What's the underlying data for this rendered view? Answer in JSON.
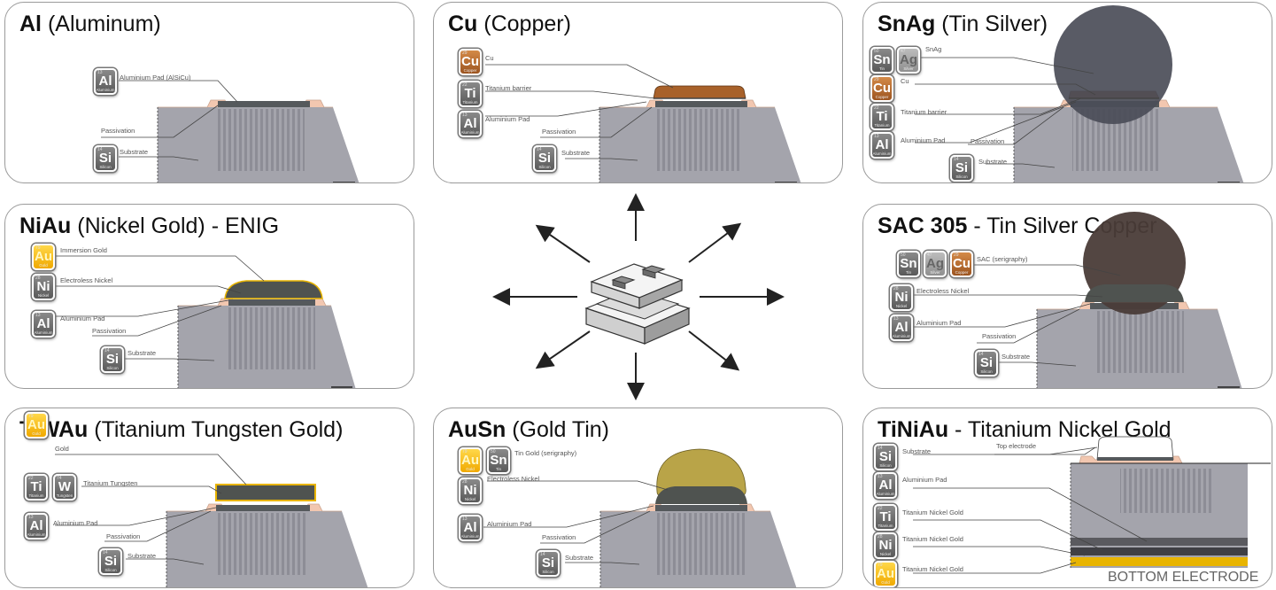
{
  "panels": [
    {
      "title_bold": "Al",
      "title_rest": " (Aluminum)",
      "tiles": [
        {
          "sym": "Al",
          "num": "13",
          "name": "Aluminium",
          "color": "gray"
        },
        {
          "sym": "Si",
          "num": "14",
          "name": "Silicon",
          "color": "gray"
        }
      ],
      "labels": [
        "Aluminium Pad (AlSiCu)",
        "Passivation",
        "Substrate"
      ]
    },
    {
      "title_bold": "Cu",
      "title_rest": " (Copper)",
      "tiles": [
        {
          "sym": "Cu",
          "num": "29",
          "name": "Copper",
          "color": "cu"
        },
        {
          "sym": "Ti",
          "num": "22",
          "name": "Titanium",
          "color": "gray"
        },
        {
          "sym": "Al",
          "num": "13",
          "name": "Aluminium",
          "color": "gray"
        },
        {
          "sym": "Si",
          "num": "14",
          "name": "Silicon",
          "color": "gray"
        }
      ],
      "labels": [
        "Cu",
        "Titanium barrier",
        "Aluminium Pad",
        "Passivation",
        "Substrate"
      ]
    },
    {
      "title_bold": "SnAg",
      "title_rest": " (Tin Silver)",
      "tiles": [
        {
          "sym": "Sn",
          "num": "50",
          "name": "Tin",
          "color": "gray"
        },
        {
          "sym": "Ag",
          "num": "47",
          "name": "Silver",
          "color": "light"
        },
        {
          "sym": "Cu",
          "num": "29",
          "name": "Copper",
          "color": "cu"
        },
        {
          "sym": "Ti",
          "num": "22",
          "name": "Titanium",
          "color": "gray"
        },
        {
          "sym": "Al",
          "num": "13",
          "name": "Aluminium",
          "color": "gray"
        },
        {
          "sym": "Si",
          "num": "14",
          "name": "Silicon",
          "color": "gray"
        }
      ],
      "labels": [
        "SnAg",
        "Cu",
        "Titanium barrier",
        "Aluminium Pad",
        "Passivation",
        "Substrate"
      ]
    },
    {
      "title_bold": "NiAu",
      "title_rest": " (Nickel Gold) - ENIG",
      "tiles": [
        {
          "sym": "Au",
          "num": "79",
          "name": "Gold",
          "color": "au"
        },
        {
          "sym": "Ni",
          "num": "28",
          "name": "Nickel",
          "color": "gray"
        },
        {
          "sym": "Al",
          "num": "13",
          "name": "Aluminium",
          "color": "gray"
        },
        {
          "sym": "Si",
          "num": "14",
          "name": "Silicon",
          "color": "gray"
        }
      ],
      "labels": [
        "Immersion Gold",
        "Electroless Nickel",
        "Aluminium Pad",
        "Passivation",
        "Substrate"
      ]
    },
    {
      "title_bold": "SAC 305",
      "title_rest": " - Tin Silver Copper",
      "tiles": [
        {
          "sym": "Sn",
          "num": "50",
          "name": "Tin",
          "color": "gray"
        },
        {
          "sym": "Ag",
          "num": "47",
          "name": "Silver",
          "color": "light"
        },
        {
          "sym": "Cu",
          "num": "29",
          "name": "Copper",
          "color": "cu"
        },
        {
          "sym": "Ni",
          "num": "28",
          "name": "Nickel",
          "color": "gray"
        },
        {
          "sym": "Al",
          "num": "13",
          "name": "Aluminium",
          "color": "gray"
        },
        {
          "sym": "Si",
          "num": "14",
          "name": "Silicon",
          "color": "gray"
        }
      ],
      "labels": [
        "SAC (serigraphy)",
        "Electroless Nickel",
        "Aluminium Pad",
        "Passivation",
        "Substrate"
      ]
    },
    {
      "title_bold": "TiWAu",
      "title_rest": " (Titanium Tungsten Gold)",
      "tiles": [
        {
          "sym": "Au",
          "num": "79",
          "name": "Gold",
          "color": "au"
        },
        {
          "sym": "Ti",
          "num": "22",
          "name": "Titanium",
          "color": "gray"
        },
        {
          "sym": "W",
          "num": "74",
          "name": "Tungsten",
          "color": "gray"
        },
        {
          "sym": "Al",
          "num": "13",
          "name": "Aluminium",
          "color": "gray"
        },
        {
          "sym": "Si",
          "num": "14",
          "name": "Silicon",
          "color": "gray"
        }
      ],
      "labels": [
        "Gold",
        "Titanium Tungsten",
        "Aluminium Pad",
        "Passivation",
        "Substrate"
      ]
    },
    {
      "title_bold": "AuSn",
      "title_rest": " (Gold Tin)",
      "tiles": [
        {
          "sym": "Au",
          "num": "79",
          "name": "Gold",
          "color": "au"
        },
        {
          "sym": "Sn",
          "num": "50",
          "name": "Tin",
          "color": "gray"
        },
        {
          "sym": "Ni",
          "num": "28",
          "name": "Nickel",
          "color": "gray"
        },
        {
          "sym": "Al",
          "num": "13",
          "name": "Aluminium",
          "color": "gray"
        },
        {
          "sym": "Si",
          "num": "14",
          "name": "Silicon",
          "color": "gray"
        }
      ],
      "labels": [
        "Tin Gold (serigraphy)",
        "Electroless Nickel",
        "Aluminium Pad",
        "Passivation",
        "Substrate"
      ]
    },
    {
      "title_bold": "TiNiAu",
      "title_rest": " - Titanium Nickel Gold",
      "tiles": [
        {
          "sym": "Si",
          "num": "14",
          "name": "Silicon",
          "color": "gray"
        },
        {
          "sym": "Al",
          "num": "13",
          "name": "Aluminium",
          "color": "gray"
        },
        {
          "sym": "Ti",
          "num": "22",
          "name": "Titanium",
          "color": "gray"
        },
        {
          "sym": "Ni",
          "num": "28",
          "name": "Nickel",
          "color": "gray"
        },
        {
          "sym": "Au",
          "num": "79",
          "name": "Gold",
          "color": "au"
        }
      ],
      "labels": [
        "Substrate",
        "Top electrode",
        "Aluminium Pad",
        "Titanium Nickel Gold",
        "Titanium Nickel Gold",
        "Titanium Nickel Gold"
      ]
    }
  ],
  "bottom_electrode": "BOTTOM ELECTRODE",
  "colors": {
    "border": "#9a9a9a",
    "substrate": "#a4a4ac",
    "aluminium": "#55595c",
    "passivation": "#f2c7b0",
    "copper": "#a8612a",
    "snag": "#4b4d58",
    "nickel": "#4f5350",
    "gold": "#e8b400",
    "sac": "#4a3c38",
    "ausn": "#b9a448"
  }
}
